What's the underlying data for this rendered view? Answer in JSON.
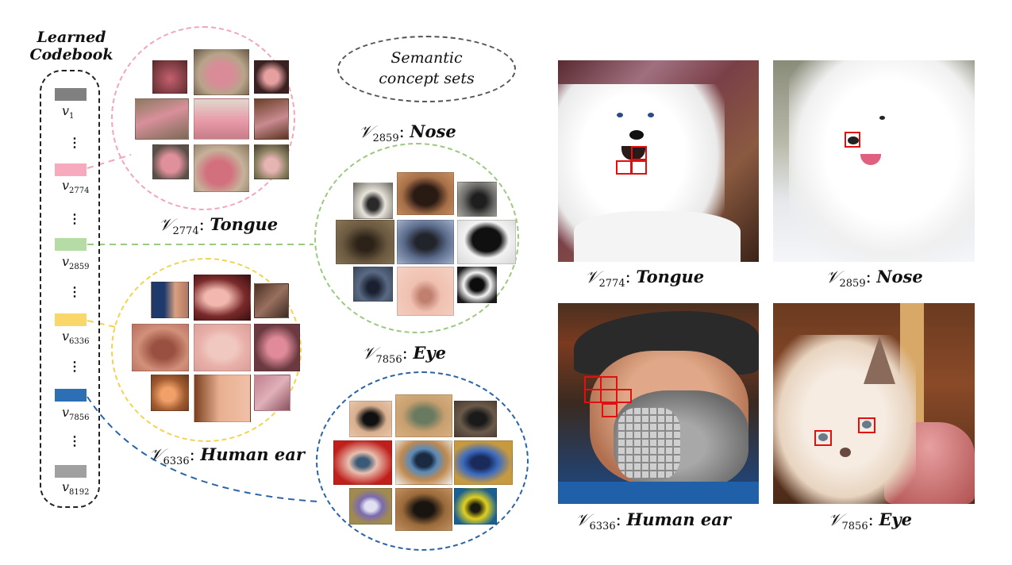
{
  "codebook": {
    "title_line1": "Learned",
    "title_line2": "Codebook",
    "entries": [
      {
        "symbol": "v",
        "index": "1",
        "color": "#808080"
      },
      {
        "symbol": "v",
        "index": "2774",
        "color": "#f7a9bd"
      },
      {
        "symbol": "v",
        "index": "2859",
        "color": "#b5dca5"
      },
      {
        "symbol": "v",
        "index": "6336",
        "color": "#f9d76b"
      },
      {
        "symbol": "v",
        "index": "7856",
        "color": "#2c6fb5"
      },
      {
        "symbol": "v",
        "index": "8192",
        "color": "#a0a0a0"
      }
    ],
    "ellipsis": "⋮"
  },
  "semantic_label": {
    "line1": "Semantic",
    "line2": "concept sets"
  },
  "concept_sets": [
    {
      "id": "tongue",
      "symbol": "𝒱",
      "index": "2774",
      "name": "Tongue",
      "color": "#f2a6b8"
    },
    {
      "id": "nose",
      "symbol": "𝒱",
      "index": "2859",
      "name": "Nose",
      "color": "#9cc97f"
    },
    {
      "id": "ear",
      "symbol": "𝒱",
      "index": "6336",
      "name": "Human ear",
      "color": "#f3d34e"
    },
    {
      "id": "eye",
      "symbol": "𝒱",
      "index": "7856",
      "name": "Eye",
      "color": "#2b63a7"
    }
  ],
  "photos": [
    {
      "id": "dog-tongue",
      "caption_index": "2774",
      "caption_name": "Tongue"
    },
    {
      "id": "dog-nose",
      "caption_index": "2859",
      "caption_name": "Nose"
    },
    {
      "id": "man-ear",
      "caption_index": "6336",
      "caption_name": "Human ear"
    },
    {
      "id": "cat-eye",
      "caption_index": "7856",
      "caption_name": "Eye"
    }
  ],
  "colors": {
    "highlight_box": "#e01010",
    "dashed_gray": "#555555"
  }
}
